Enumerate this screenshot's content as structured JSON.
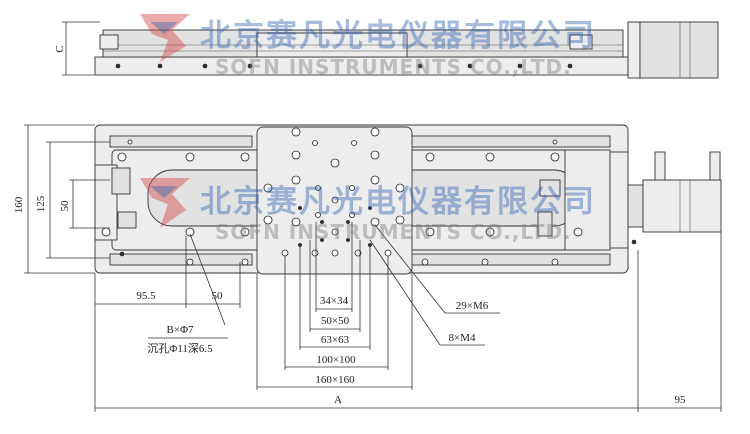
{
  "watermark": {
    "company_cn": "北京赛凡光电仪器有限公司",
    "company_en": "SOFN INSTRUMENTS CO.,LTD."
  },
  "dimensions": {
    "side_height": "C",
    "overall_height": "160",
    "inner_height": "125",
    "inner_height_small": "50",
    "left_offset": "95.5",
    "hole_pitch": "50",
    "through_hole": "B×Φ7",
    "counterbore": "沉孔Φ11深6.5",
    "thread_m6": "29×M6",
    "thread_m4": "8×M4",
    "grid_34": "34×34",
    "grid_50": "50×50",
    "grid_63": "63×63",
    "grid_100": "100×100",
    "grid_160": "160×160",
    "overall_length": "A",
    "motor_length": "95"
  }
}
